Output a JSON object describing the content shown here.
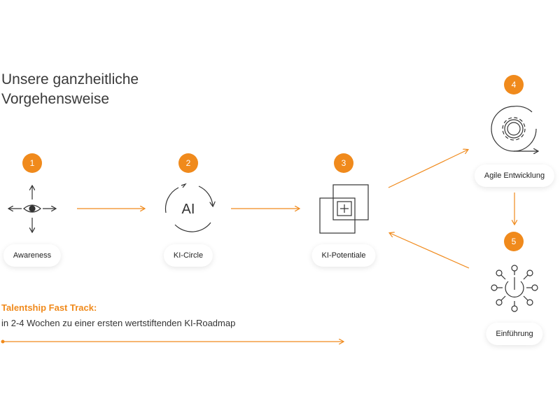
{
  "title": {
    "line1": "Unsere ganzheitliche",
    "line2": "Vorgehensweise"
  },
  "steps": [
    {
      "number": "1",
      "label": "Awareness",
      "icon": "eye-arrows-icon"
    },
    {
      "number": "2",
      "label": "KI-Circle",
      "icon": "ai-cycle-icon",
      "icon_text": "AI"
    },
    {
      "number": "3",
      "label": "KI-Potentiale",
      "icon": "overlapping-squares-plus-icon"
    },
    {
      "number": "4",
      "label": "Agile Entwicklung",
      "icon": "gear-cycle-icon"
    },
    {
      "number": "5",
      "label": "Einführung",
      "icon": "power-network-icon"
    }
  ],
  "fast_track": {
    "title": "Talentship Fast Track:",
    "description": "in 2-4 Wochen zu einer ersten wertstiftenden KI-Roadmap"
  },
  "colors": {
    "accent": "#f08a1c",
    "icon_stroke": "#333333",
    "text": "#3a3a3a"
  }
}
